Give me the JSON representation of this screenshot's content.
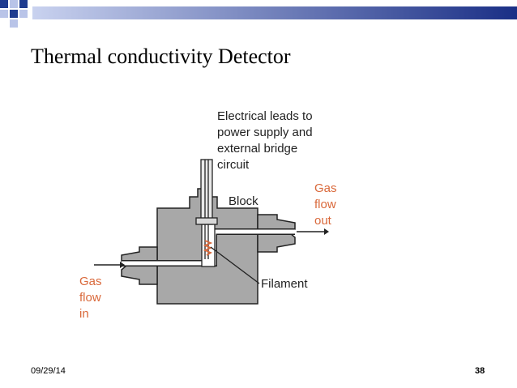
{
  "slide": {
    "title": "Thermal conductivity Detector",
    "date": "09/29/14",
    "page_number": "38"
  },
  "diagram": {
    "labels": {
      "leads": [
        "Electrical leads to",
        "power supply and",
        "external bridge",
        "circuit"
      ],
      "block": "Block",
      "gas_out": [
        "Gas",
        "flow",
        "out"
      ],
      "gas_in": [
        "Gas",
        "flow",
        "in"
      ],
      "filament": "Filament"
    },
    "colors": {
      "block_fill": "#a8a8a8",
      "outline": "#222222",
      "label_text": "#222222",
      "gas_label": "#d9683a",
      "channel": "#ffffff",
      "header_dark": "#1f3c8f",
      "header_light": "#b9c4e8"
    }
  }
}
